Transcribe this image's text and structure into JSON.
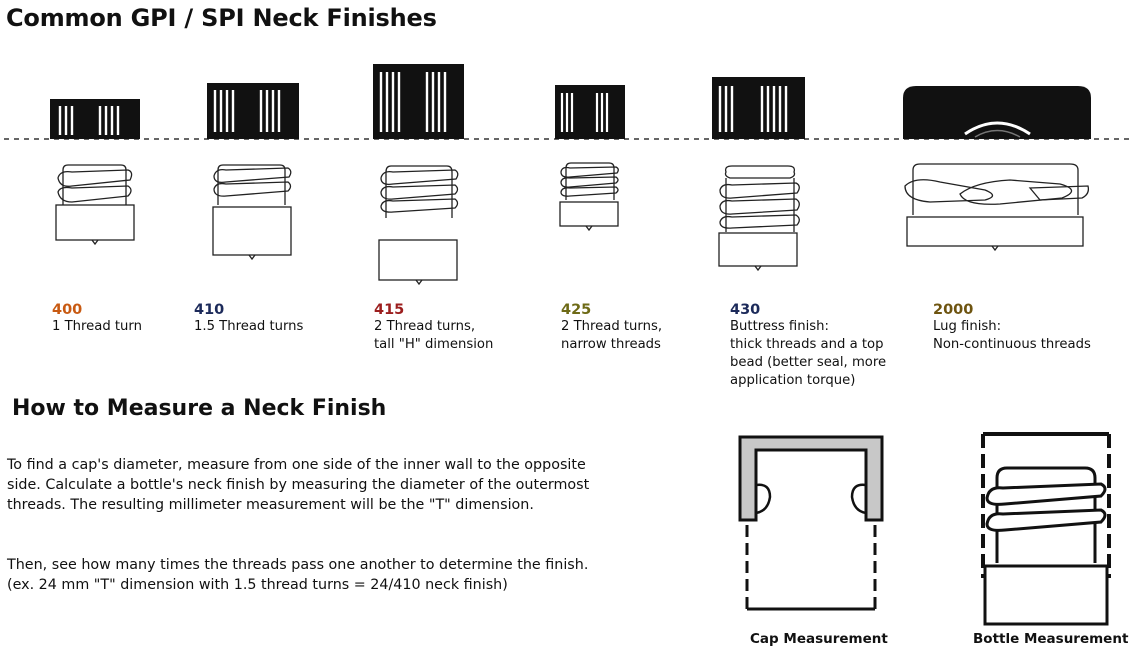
{
  "title": "Common GPI / SPI Neck Finishes",
  "finishes": [
    {
      "code": "400",
      "color": "#c85a12",
      "line1": "1 Thread turn",
      "line2": "",
      "line3": "",
      "line4": ""
    },
    {
      "code": "410",
      "color": "#1c2a5a",
      "line1": "1.5 Thread turns",
      "line2": "",
      "line3": "",
      "line4": ""
    },
    {
      "code": "415",
      "color": "#9c1e1e",
      "line1": "2 Thread turns,",
      "line2": "tall \"H\" dimension",
      "line3": "",
      "line4": ""
    },
    {
      "code": "425",
      "color": "#6e6a16",
      "line1": "2 Thread turns,",
      "line2": "narrow threads",
      "line3": "",
      "line4": ""
    },
    {
      "code": "430",
      "color": "#1c2a5a",
      "line1": "Buttress finish:",
      "line2": "thick threads and a top",
      "line3": "bead (better seal, more",
      "line4": "application torque)"
    },
    {
      "code": "2000",
      "color": "#6e5410",
      "line1": "Lug finish:",
      "line2": "Non-continuous threads",
      "line3": "",
      "line4": ""
    }
  ],
  "measure": {
    "heading": "How to Measure a Neck Finish",
    "para1_line1": "To find a cap's diameter, measure from one side of the inner wall to the opposite",
    "para1_line2": "side. Calculate a bottle's neck finish by measuring the diameter of the outermost",
    "para1_line3": "threads. The resulting millimeter measurement will be the \"T\" dimension.",
    "para2_line1": "Then, see how many times the threads pass one another to determine the finish.",
    "para2_line2": "(ex. 24 mm \"T\" dimension with 1.5 thread turns = 24/410 neck finish)",
    "cap_label": "Cap Measurement",
    "bottle_label": "Bottle Measurement"
  }
}
